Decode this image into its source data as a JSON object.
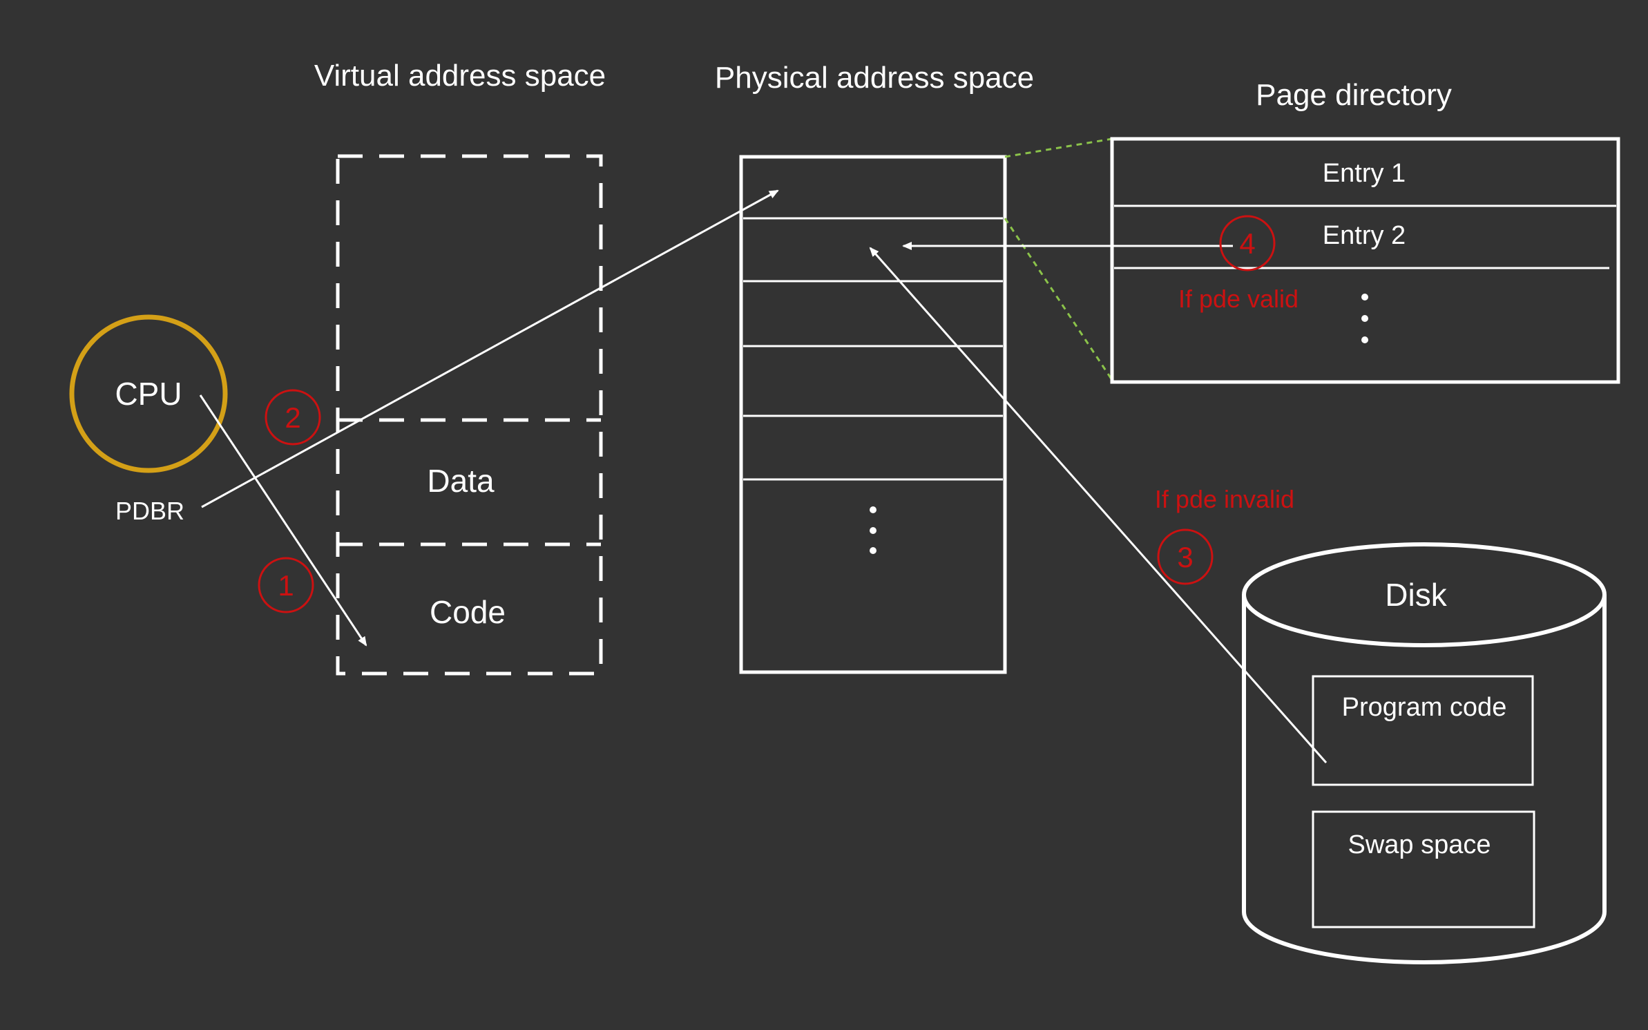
{
  "colors": {
    "background": "#333333",
    "stroke": "#ffffff",
    "accent_red": "#cc1111",
    "cpu_ring": "#d4a017",
    "guide_green": "#8bc34a"
  },
  "headings": {
    "virtual": "Virtual address space",
    "physical": "Physical address space",
    "directory": "Page directory"
  },
  "cpu": {
    "label": "CPU",
    "register": "PDBR"
  },
  "virtual_space": {
    "data": "Data",
    "code": "Code"
  },
  "page_directory": {
    "entry1": "Entry 1",
    "entry2": "Entry 2",
    "valid_note": "If pde valid"
  },
  "disk": {
    "title": "Disk",
    "program_code": "Program code",
    "swap_space": "Swap space",
    "invalid_note": "If pde invalid"
  },
  "steps": {
    "s1": "1",
    "s2": "2",
    "s3": "3",
    "s4": "4"
  },
  "ellipsis_icon": "vertical-ellipsis-icon"
}
